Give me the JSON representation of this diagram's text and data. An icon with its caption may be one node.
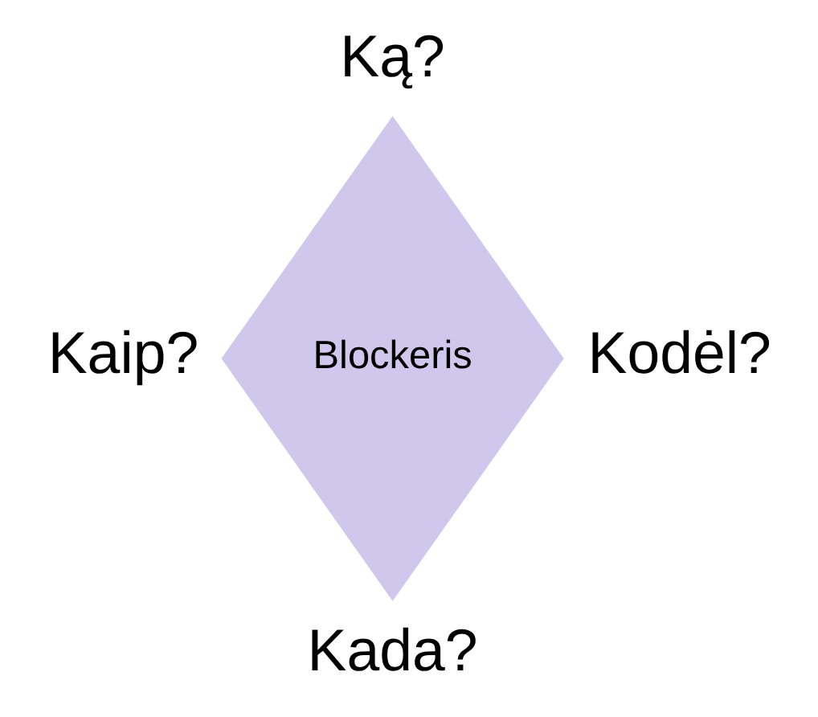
{
  "diagram": {
    "nodes": [
      {
        "text": [
          "Blockeris"
        ]
      }
    ],
    "labels": [
      "Ką?",
      "Kaip?",
      "Kodėl?",
      "Kada?"
    ]
  }
}
